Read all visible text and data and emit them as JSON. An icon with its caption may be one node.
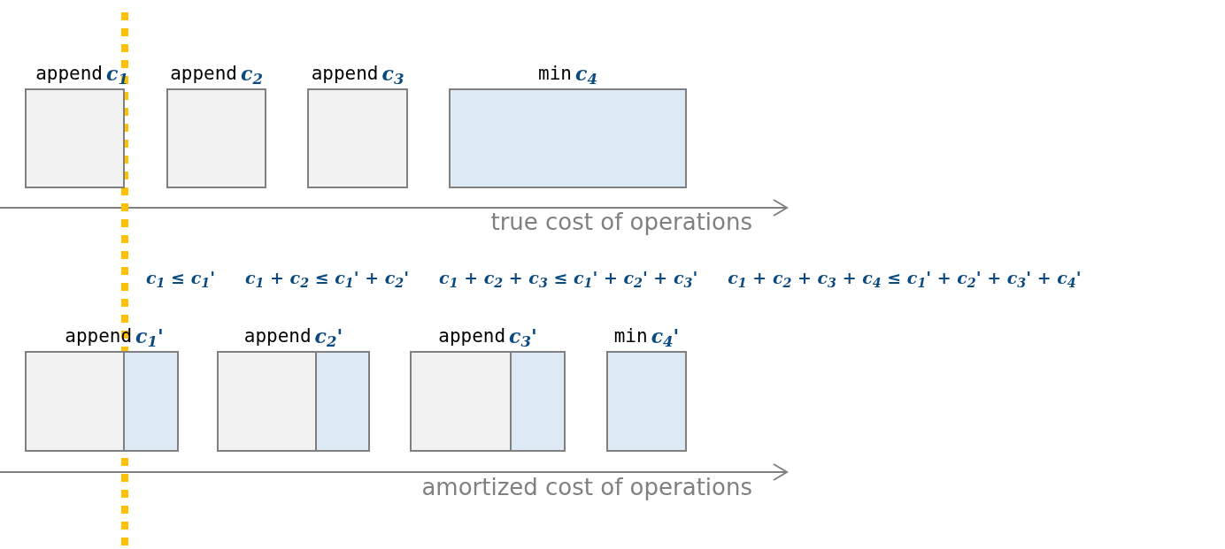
{
  "diagram": {
    "nodes": [
      {
        "text": [
          "append"
        ],
        "beside": [
          "c$_{1}$"
        ]
      },
      {
        "text": [
          "append"
        ],
        "beside": [
          "c$_{2}$"
        ]
      },
      {
        "text": [
          "append"
        ],
        "beside": [
          "c$_{3}$"
        ]
      },
      {
        "text": [
          "min"
        ],
        "beside": [
          "c$_{4}$"
        ]
      },
      {
        "text": [
          "append"
        ],
        "beside": [
          "c$_{1}$'"
        ]
      },
      {
        "text": [
          "append"
        ],
        "beside": [
          "c$_{2}$'"
        ]
      },
      {
        "text": [
          "append"
        ],
        "beside": [
          "c$_{3}$'"
        ]
      },
      {
        "text": [
          "min"
        ],
        "beside": [
          "c$_{4}$'"
        ]
      }
    ],
    "edges": [],
    "labels": [
      "true cost of operations",
      "c$_{1}$ ≤ c$_{1}$'",
      "c$_{1}$ + c$_{2}$ ≤ c$_{1}$' + c$_{2}$'",
      "c$_{1}$ + c$_{2}$ + c$_{3}$ ≤ c$_{1}$' + c$_{2}$' + c$_{3}$'",
      "c$_{1}$ + c$_{2}$ + c$_{3}$ + c$_{4}$ ≤ c$_{1}$' + c$_{2}$' + c$_{3}$' + c$_{4}$'",
      "amortized cost of operations"
    ]
  }
}
